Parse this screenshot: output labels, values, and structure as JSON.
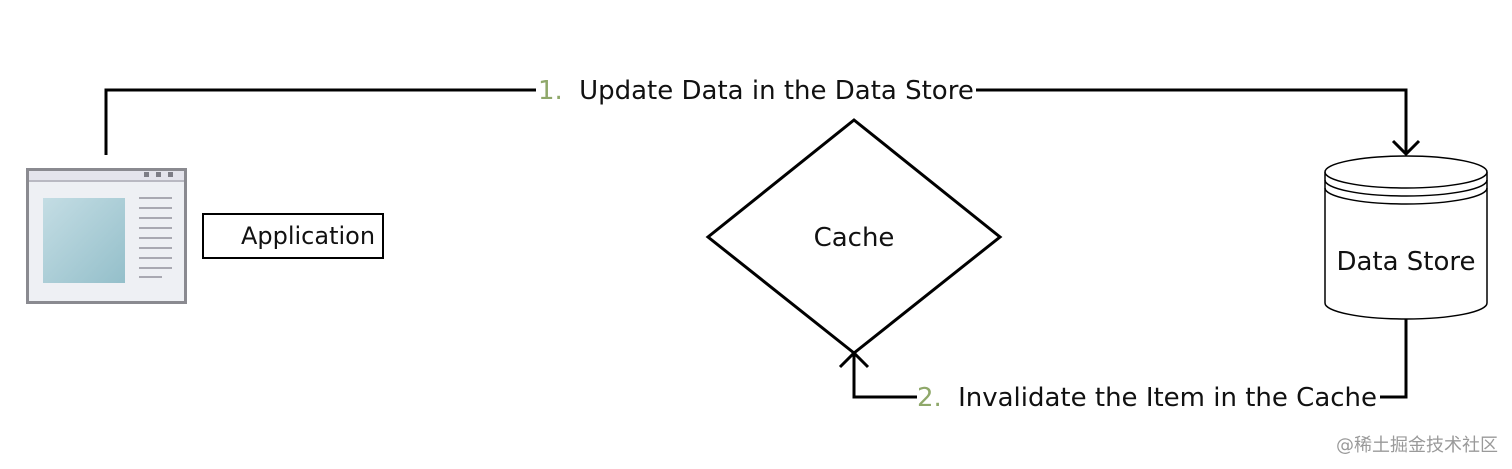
{
  "colors": {
    "line": "#000000",
    "step_number": "#8fa86a",
    "window_frame": "#8a8a90",
    "window_titlebar": "#e4e4ec",
    "window_body": "#eef0f4",
    "window_panel": "#a9ccd6",
    "watermark": "#9a9a9a"
  },
  "nodes": {
    "application": {
      "label": "Application",
      "icon": "application-window-icon"
    },
    "cache": {
      "label": "Cache",
      "shape": "diamond"
    },
    "data_store": {
      "label": "Data Store",
      "icon": "database-cylinder-icon"
    }
  },
  "edges": [
    {
      "from": "application",
      "to": "data_store",
      "number": "1.",
      "text": "Update Data in the Data Store"
    },
    {
      "from": "data_store",
      "to": "cache",
      "number": "2.",
      "text": "Invalidate the Item in the Cache"
    }
  ],
  "watermark": "@稀土掘金技术社区"
}
